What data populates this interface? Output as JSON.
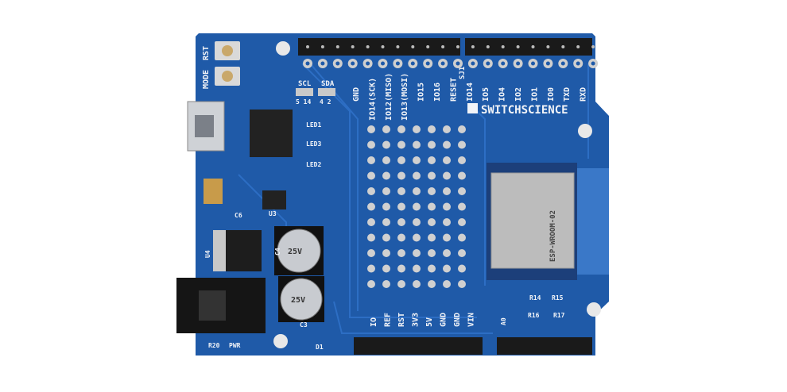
{
  "board": {
    "brand": "SWITCHSCIENCE",
    "module": "ESP-WROOM-02",
    "colors": {
      "pcb": "#1f5aa8",
      "trace": "#2c6cc0",
      "pad": "#c9c9c9",
      "header": "#1a1a1a",
      "shield": "#b9b9b9",
      "background": "#ffffff"
    },
    "top_pin_labels": [
      "GND",
      "IO14(SCK)",
      "IO12(MISO)",
      "IO13(MOSI)",
      "IO15",
      "IO16",
      "RESET",
      "IO14",
      "IO5",
      "IO4",
      "IO2",
      "IO1",
      "IO0",
      "TXD",
      "RXD"
    ],
    "bottom_pin_labels": [
      "IO",
      "REF",
      "RST",
      "3V3",
      "5V",
      "GND",
      "GND",
      "VIN"
    ],
    "labels": {
      "rst": "RST",
      "mode": "MODE",
      "scl": "SCL",
      "sda": "SDA",
      "scl_pins": "5 14",
      "sda_pins": "4 2",
      "sj1": "SJ1",
      "led1": "LED1",
      "led2": "LED2",
      "led3": "LED3",
      "pwr": "PWR",
      "r20": "R20",
      "u3": "U3",
      "u4": "U4",
      "c3": "C3",
      "c4": "C4",
      "c6": "C6",
      "d1": "D1",
      "a0": "A0",
      "r14": "R14",
      "r15": "R15",
      "r16": "R16",
      "r17": "R17",
      "cap_text": "25V"
    }
  }
}
